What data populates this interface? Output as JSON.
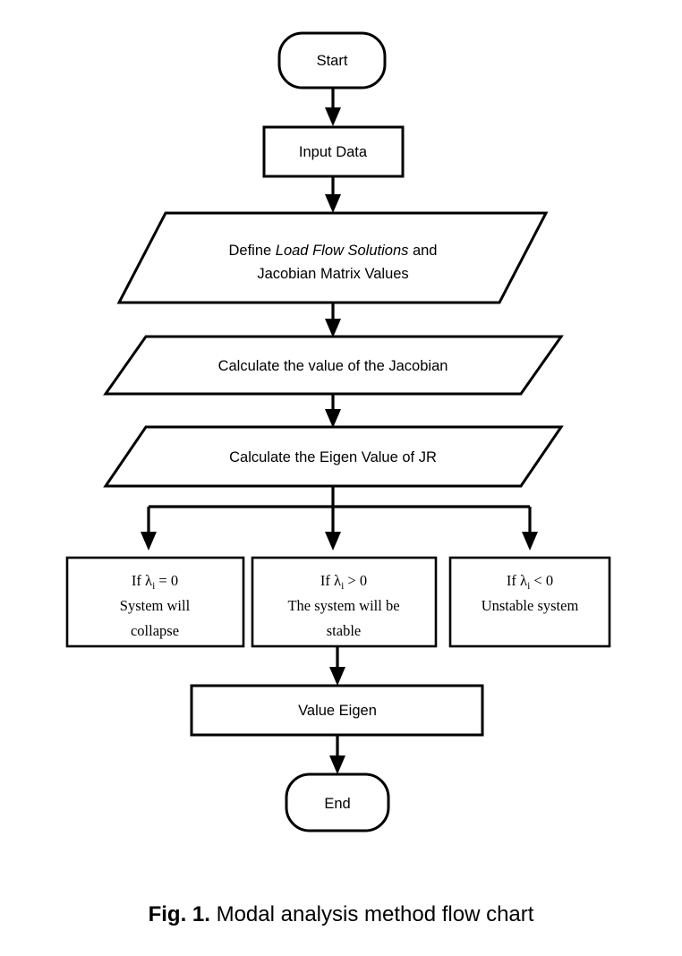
{
  "figure": {
    "caption_label": "Fig. 1.",
    "caption_text": " Modal analysis method flow chart",
    "background_color": "#ffffff",
    "line_color": "#000000"
  },
  "flowchart": {
    "nodes": {
      "start": {
        "label": "Start",
        "shape": "rounded-terminator"
      },
      "input_data": {
        "label": "Input Data",
        "shape": "process-rectangle"
      },
      "define_values": {
        "line1_pre": "Define ",
        "line1_italic": "Load Flow Solutions",
        "line1_post": " and",
        "line2": "Jacobian Matrix Values",
        "shape": "parallelogram"
      },
      "calc_jacobian": {
        "label": "Calculate the value of the Jacobian",
        "shape": "parallelogram"
      },
      "calc_eigen": {
        "label": "Calculate the Eigen Value of JR",
        "shape": "parallelogram"
      },
      "branch_zero": {
        "line1_pre": "If ",
        "line1_sym": "λ",
        "line1_sub": "i",
        "line1_post": " = 0",
        "line2": "System will",
        "line3": "collapse",
        "shape": "decision-outcome-rectangle"
      },
      "branch_positive": {
        "line1_pre": "If ",
        "line1_sym": "λ",
        "line1_sub": "i",
        "line1_post": " > 0",
        "line2": "The system will be",
        "line3": "stable",
        "shape": "decision-outcome-rectangle"
      },
      "branch_negative": {
        "line1_pre": "If ",
        "line1_sym": "λ",
        "line1_sub": "i",
        "line1_post": " < 0",
        "line2": "Unstable system",
        "line3": "",
        "shape": "decision-outcome-rectangle"
      },
      "value_eigen": {
        "label": "Value Eigen",
        "shape": "process-rectangle"
      },
      "end": {
        "label": "End",
        "shape": "rounded-terminator"
      }
    }
  }
}
